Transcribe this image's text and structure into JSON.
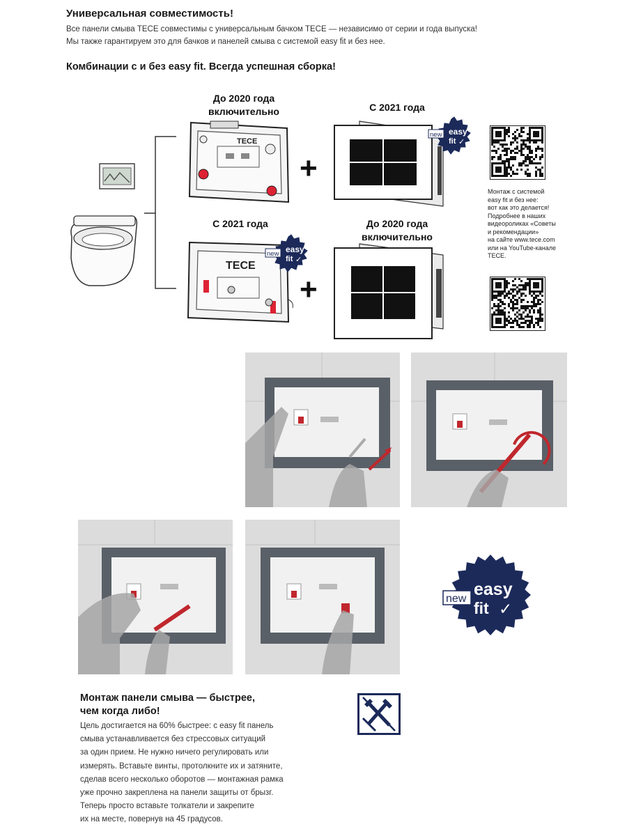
{
  "header": {
    "title": "Универсальная совместимость!",
    "intro_lines": [
      "Все панели смыва TECE совместимы с универсальным бачком TECE — независимо от серии и года выпуска!",
      "Мы также гарантируем это для бачков и панелей смыва с системой easy fit и без нее."
    ]
  },
  "combos": {
    "title": "Комбинации с и без easy fit. Всегда успешная сборка!",
    "top_left_caption": [
      "До 2020 года",
      "включительно"
    ],
    "top_right_caption": [
      "С 2021 года"
    ],
    "bottom_left_caption": [
      "С 2021 года"
    ],
    "bottom_right_caption": [
      "До 2020 года",
      "включительно"
    ],
    "plus_sign": "+",
    "frame_brand": "TECE"
  },
  "badge": {
    "new_label": "new",
    "line1": "easy",
    "line2": "fit",
    "check": "✓",
    "color_navy": "#1c2a5a",
    "color_white": "#ffffff"
  },
  "side_note": {
    "lines": [
      "Монтаж с системой",
      "easy fit и без нее:",
      "вот как это делается!",
      "Подробнее в наших",
      "видеороликах «Советы",
      "и рекомендации»",
      "на сайте www.tece.com",
      "или на YouTube-канале",
      "TECE."
    ]
  },
  "assembly": {
    "title_lines": [
      "Монтаж панели смыва — быстрее,",
      "чем когда либо!"
    ],
    "body_lines": [
      "Цель достигается на 60% быстрее: с easy fit панель",
      "смыва устанавливается без стрессовых ситуаций",
      "за один прием. Не нужно ничего регулировать или",
      "измерять. Вставьте винты, протолкните их и затяните,",
      "сделав всего несколько оборотов — монтажная рамка",
      "уже прочно закреплена на панели защиты от брызг.",
      "Теперь просто вставьте толкатели и закрепите",
      "их на месте, повернув на 45 градусов."
    ],
    "icon": "no-tools-icon",
    "accent_red": "#c0272d"
  }
}
